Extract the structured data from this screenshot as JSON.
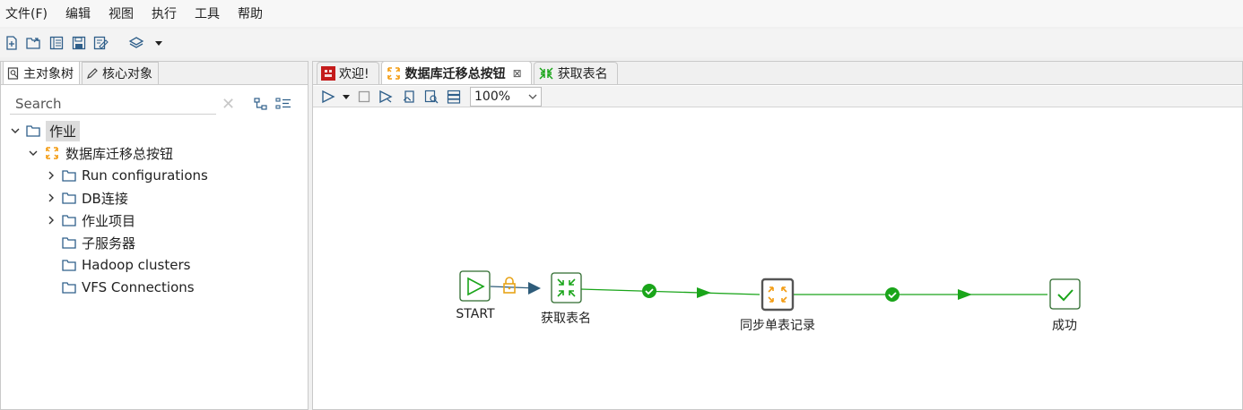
{
  "menubar": {
    "items": [
      "文件(F)",
      "编辑",
      "视图",
      "执行",
      "工具",
      "帮助"
    ]
  },
  "toolbar": {
    "icons": [
      "new-file-icon",
      "open-icon",
      "explorer-icon",
      "save-icon",
      "save-as-icon",
      "layers-icon",
      "dropdown-arrow-icon"
    ]
  },
  "left_panel": {
    "tabs": [
      {
        "label": "主对象树",
        "icon": "tree-icon",
        "active": true
      },
      {
        "label": "核心对象",
        "icon": "pencil-icon",
        "active": false
      }
    ],
    "search": {
      "placeholder": "Search",
      "value": ""
    },
    "tree": {
      "root": {
        "label": "作业"
      },
      "job": {
        "label": "数据库迁移总按钮"
      },
      "children": [
        {
          "label": "Run configurations",
          "expandable": true
        },
        {
          "label": "DB连接",
          "expandable": true
        },
        {
          "label": "作业项目",
          "expandable": true
        },
        {
          "label": "子服务器",
          "expandable": false
        },
        {
          "label": "Hadoop clusters",
          "expandable": false
        },
        {
          "label": "VFS Connections",
          "expandable": false
        }
      ]
    }
  },
  "editor": {
    "tabs": [
      {
        "label": "欢迎!",
        "icon": "welcome-icon",
        "active": false
      },
      {
        "label": "数据库迁移总按钮",
        "icon": "job-icon",
        "active": true,
        "close": "⊠"
      },
      {
        "label": "获取表名",
        "icon": "transform-icon",
        "active": false
      }
    ],
    "zoom": "100%",
    "steps": [
      {
        "label": "START"
      },
      {
        "label": "获取表名"
      },
      {
        "label": "同步单表记录"
      },
      {
        "label": "成功"
      }
    ]
  },
  "colors": {
    "hop_green": "#1aa51a",
    "hop_dark": "#2e5c7a",
    "lock_orange": "#e8a317",
    "step_border": "#2e6b2e",
    "job_orange": "#f39c12"
  }
}
